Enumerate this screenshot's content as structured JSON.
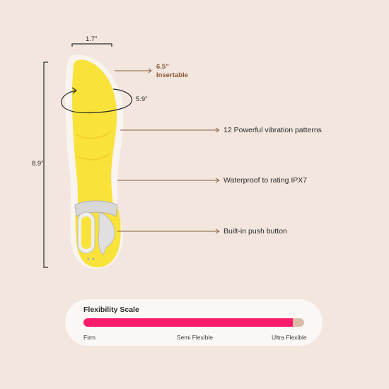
{
  "dimensions": {
    "width_label": "1.7”",
    "length_label": "8.9”",
    "circumference_label": "5.9”",
    "insertable_value": "6.5”",
    "insertable_label": "Insertable"
  },
  "features": [
    {
      "text": "12 Powerful vibration patterns"
    },
    {
      "text": "Waterproof to rating IPX7"
    },
    {
      "text": "Built-in push button"
    }
  ],
  "flexibility": {
    "title": "Flexibility Scale",
    "level": 0.95,
    "labels": {
      "firm": "Firm",
      "semi": "Semi Flexible",
      "ultra": "Ultra Flexible"
    }
  },
  "colors": {
    "background": "#f2e6de",
    "product": "#f9e23a",
    "accent": "#fe1b6a",
    "insert_text": "#8a5a3a"
  }
}
